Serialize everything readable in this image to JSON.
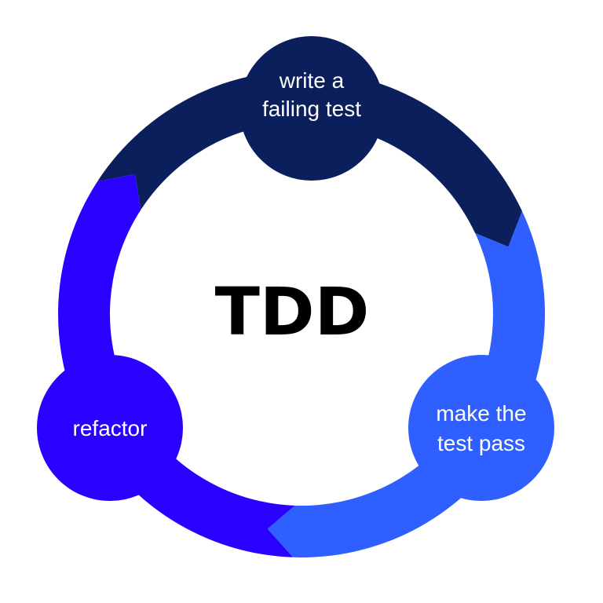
{
  "diagram": {
    "title": "TDD",
    "steps": [
      {
        "label_line1": "write a",
        "label_line2": "failing test",
        "color": "#0a1f5c"
      },
      {
        "label_line1": "make the",
        "label_line2": "test pass",
        "color": "#2f5fff"
      },
      {
        "label_line1": "refactor",
        "color": "#2a00ff"
      }
    ]
  }
}
